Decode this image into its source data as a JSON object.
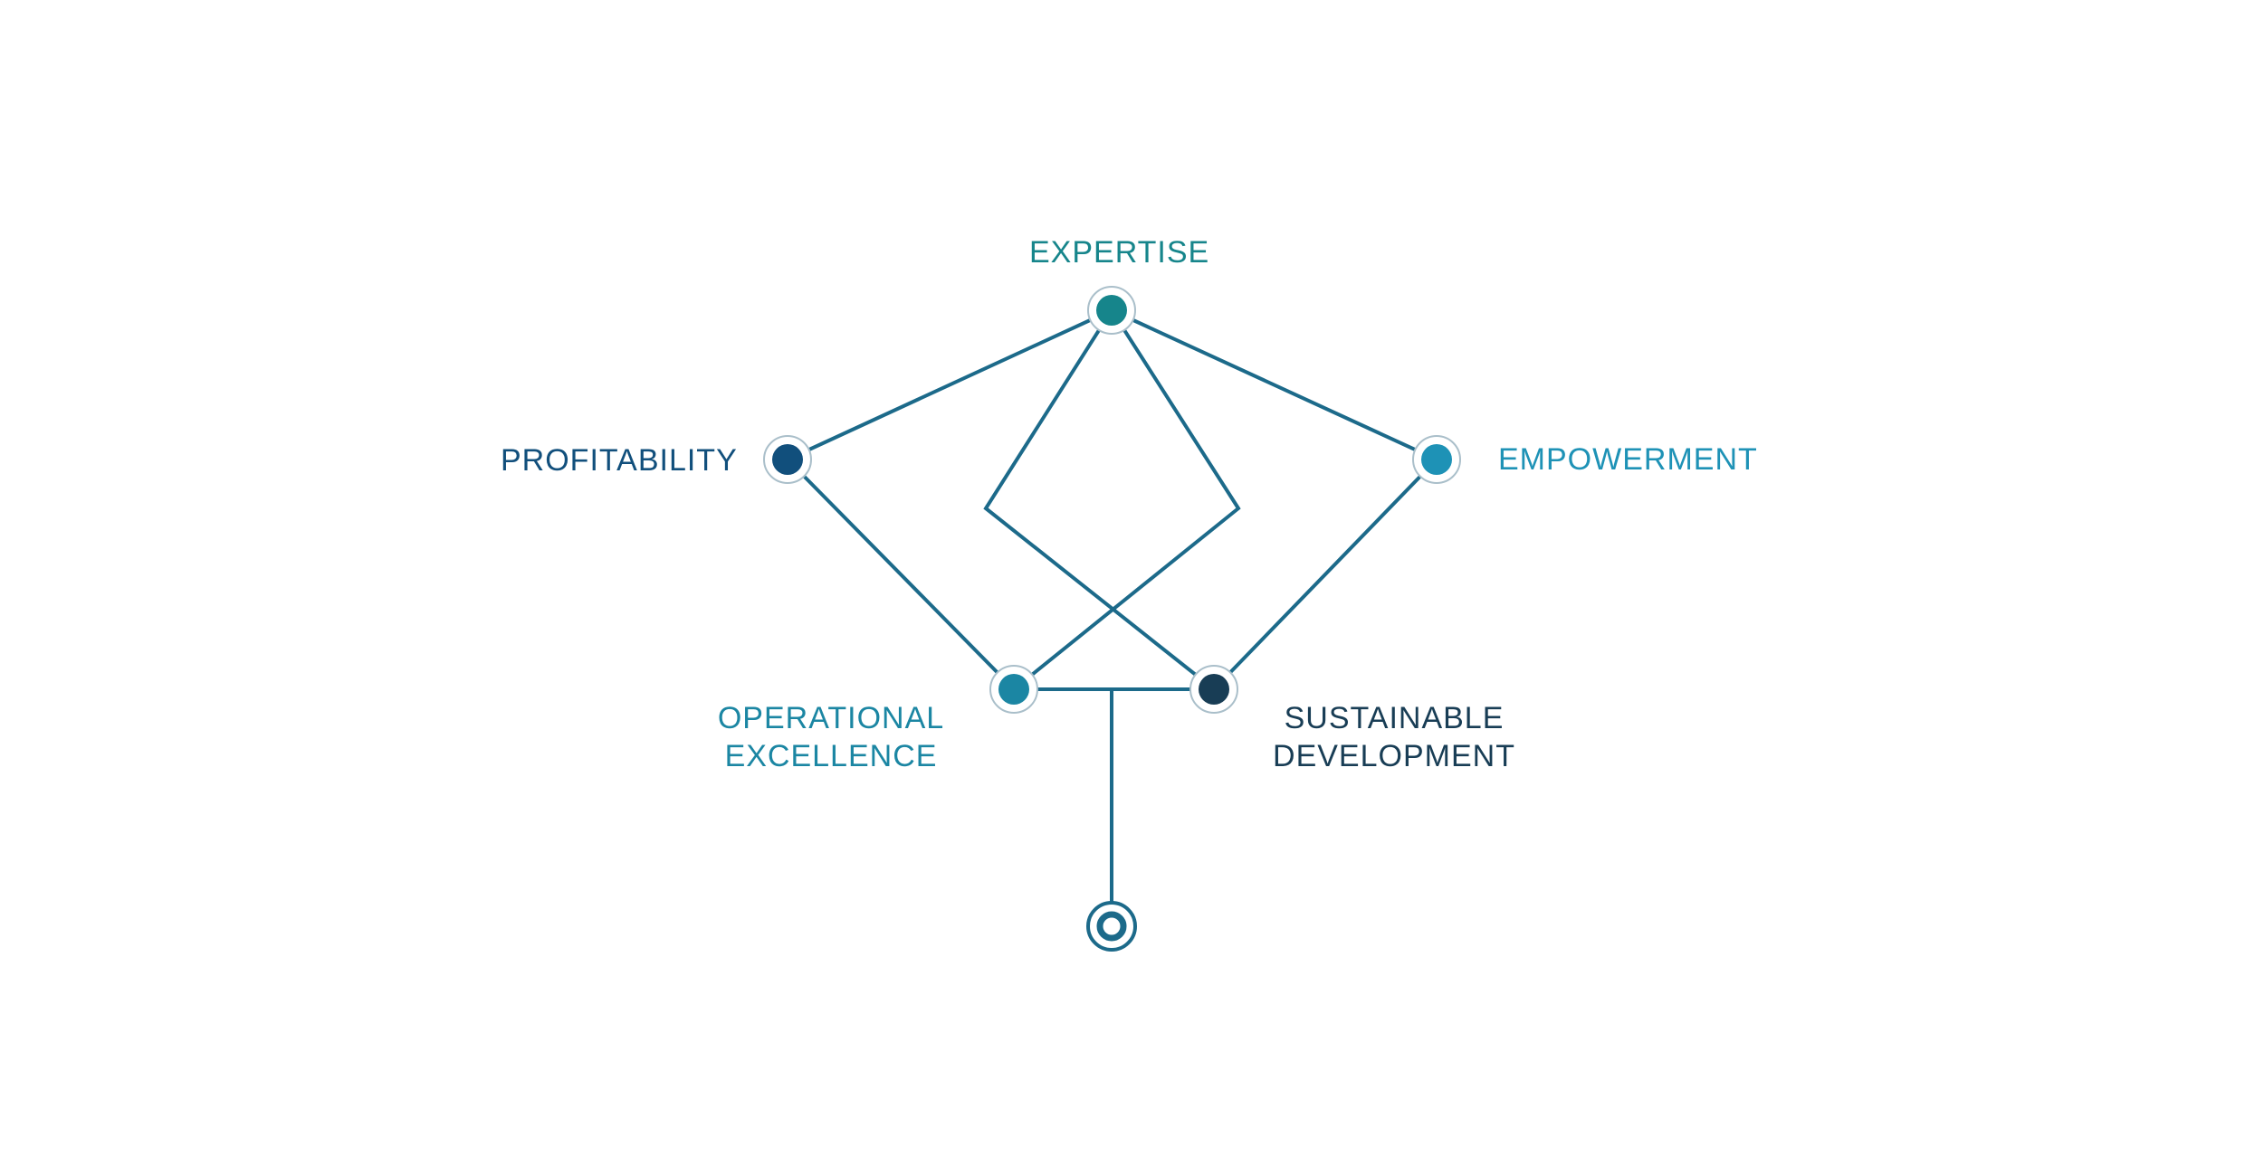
{
  "colors": {
    "connector": "#1c6a8a",
    "ring": "#aabfca",
    "expertise": "#16858b",
    "profitability": "#114f7c",
    "empowerment": "#1e92b6",
    "operational_excellence": "#1b86a3",
    "sustainable_development": "#183d55",
    "root": "#1c6a8a"
  },
  "nodes": {
    "expertise": {
      "label": "EXPERTISE"
    },
    "profitability": {
      "label": "PROFITABILITY"
    },
    "empowerment": {
      "label": "EMPOWERMENT"
    },
    "operational_excellence": {
      "label_line1": "OPERATIONAL",
      "label_line2": "EXCELLENCE"
    },
    "sustainable_development": {
      "label_line1": "SUSTAINABLE",
      "label_line2": "DEVELOPMENT"
    }
  }
}
